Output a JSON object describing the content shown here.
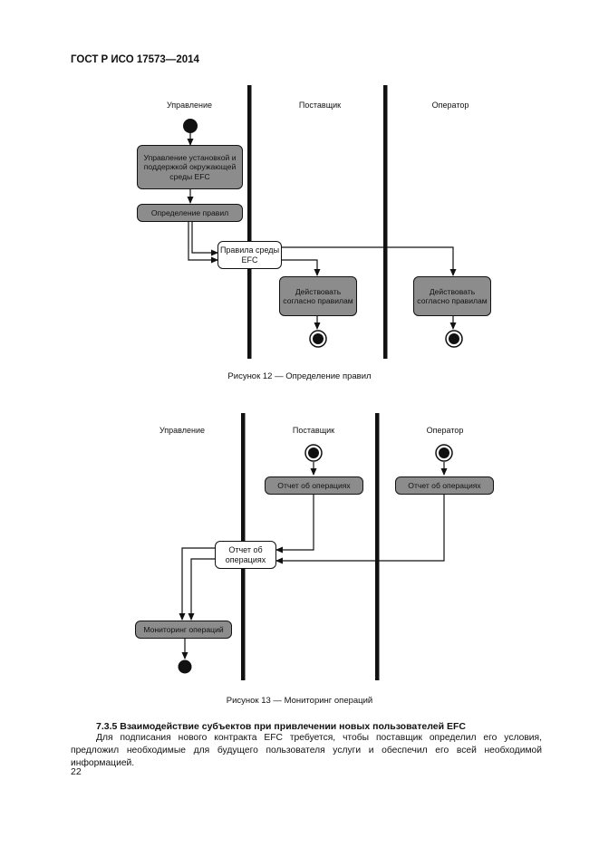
{
  "header": {
    "doc_id": "ГОСТ Р ИСО 17573—2014"
  },
  "figure12": {
    "lanes": [
      "Управление",
      "Поставщик",
      "Оператор"
    ],
    "activities": {
      "manage": "Управление установкой и поддержкой окружающей среды EFC",
      "define_rules": "Определение правил",
      "act_supplier": "Действовать согласно правилам",
      "act_operator": "Действовать согласно правилам"
    },
    "object": "Правила среды EFC",
    "caption": "Рисунок 12 — Определение правил"
  },
  "figure13": {
    "lanes": [
      "Управление",
      "Поставщик",
      "Оператор"
    ],
    "activities": {
      "report_supplier": "Отчет об операциях",
      "report_operator": "Отчет об операциях",
      "monitoring": "Мониторинг операций"
    },
    "object": "Отчет об операциях",
    "caption": "Рисунок 13 — Мониторинг операций"
  },
  "section": {
    "title": "7.3.5 Взаимодействие субъектов при привлечении новых пользователей EFC",
    "paragraph": "Для подписания нового контракта EFC требуется, чтобы поставщик определил его условия, предложил необходимые для будущего пользователя услуги и обеспечил его всей необходимой информацией."
  },
  "page_number": "22"
}
